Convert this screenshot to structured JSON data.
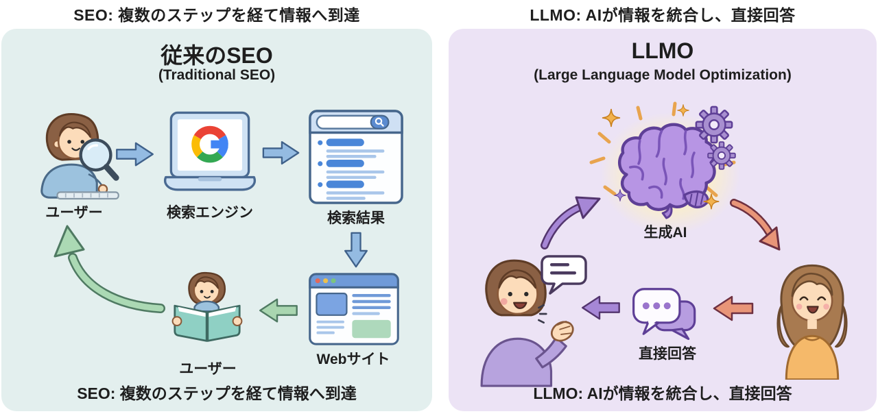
{
  "headers": {
    "left": "SEO: 複数のステップを経て情報へ到達",
    "right": "LLMO: AIが情報を統合し、直接回答"
  },
  "left_panel": {
    "title": "従来のSEO",
    "subtitle": "(Traditional SEO)",
    "labels": {
      "user1": "ユーザー",
      "search_engine": "検索エンジン",
      "search_results": "検索結果",
      "website": "Webサイト",
      "user2": "ユーザー"
    },
    "caption": "SEO: 複数のステップを経て情報へ到達",
    "illustrations": [
      "user-searching-with-magnifier",
      "laptop-with-google-logo",
      "search-results-page",
      "website-page",
      "user-reading-book",
      "blue-flow-arrows",
      "green-return-arrow"
    ]
  },
  "right_panel": {
    "title": "LLMO",
    "subtitle": "(Large Language Model Optimization)",
    "labels": {
      "generative_ai": "生成AI",
      "direct_answer": "直接回答"
    },
    "caption": "LLMO: AIが情報を統合し、直接回答",
    "illustrations": [
      "glowing-ai-brain",
      "gears",
      "sparkles",
      "man-speaking",
      "chat-bubbles",
      "woman-smiling",
      "purple-arrow",
      "orange-arrow"
    ]
  },
  "palette": {
    "left_panel_bg": "#e3efee",
    "right_panel_bg": "#ece3f5",
    "blue_arrow": "#94bbe2",
    "green_arrow": "#a9d6b0",
    "purple_arrow": "#a687d6",
    "orange_arrow": "#e89578",
    "google_red": "#ea4335",
    "google_yellow": "#fbbc05",
    "google_green": "#34a853",
    "google_blue": "#4285f4",
    "brain_purple": "#b795e4",
    "text": "#1e1e1e"
  }
}
